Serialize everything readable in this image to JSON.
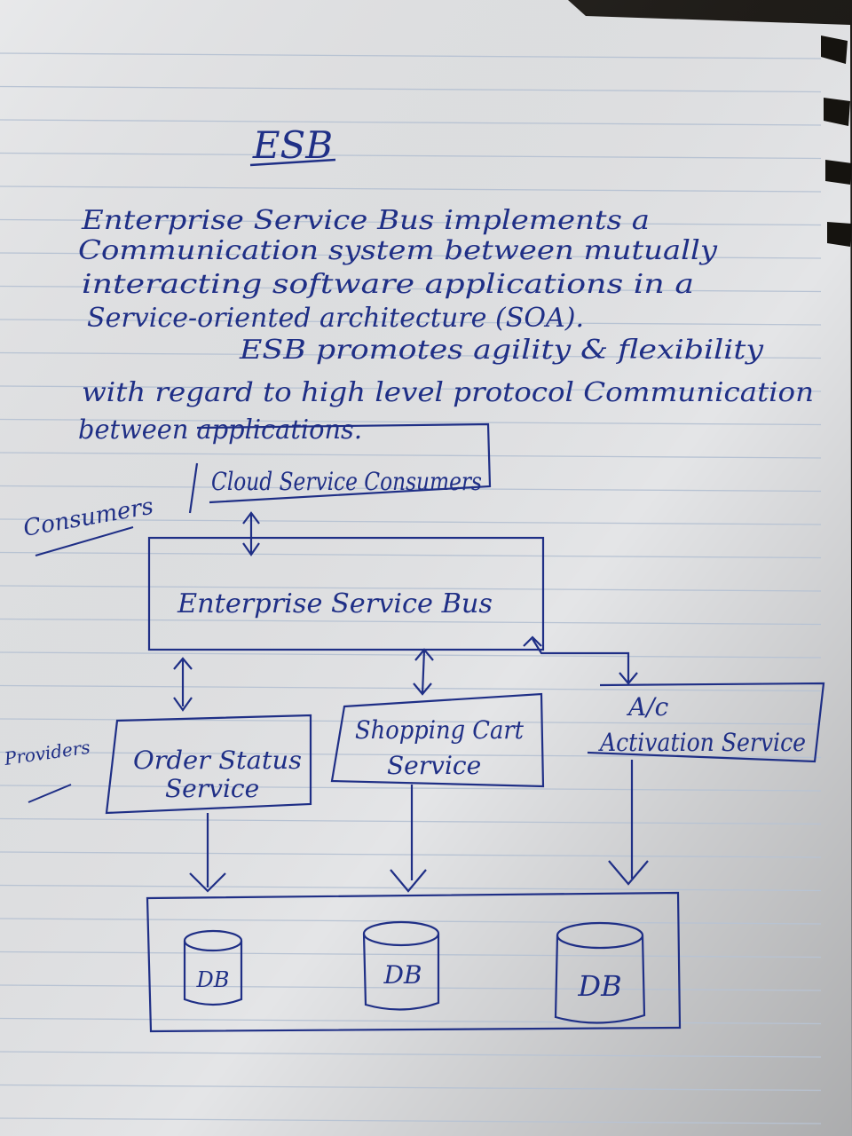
{
  "page": {
    "title": "ESB",
    "paragraph_lines": [
      "Enterprise Service Bus implements a",
      "Communication system between mutually",
      "interacting software applications in a",
      "Service-oriented architecture (SOA).",
      "ESB promotes agility & flexibility",
      "with regard to high level protocol Communication",
      "between applications."
    ]
  },
  "diagram": {
    "consumers_label": "Consumers",
    "providers_label": "Providers",
    "consumer_box": "Cloud Service Consumers",
    "bus_box": "Enterprise Service Bus",
    "providers": [
      {
        "line1": "Order Status",
        "line2": "Service"
      },
      {
        "line1": "Shopping Cart",
        "line2": "Service"
      },
      {
        "line1": "A/c",
        "line2": "Activation Service"
      }
    ],
    "databases": [
      "DB",
      "DB",
      "DB"
    ]
  },
  "colors": {
    "ink": "#1f2f86",
    "paper": "#e6e7e9",
    "rule_line": "#b8c3d3",
    "margin_line": "#d8a6a6"
  }
}
